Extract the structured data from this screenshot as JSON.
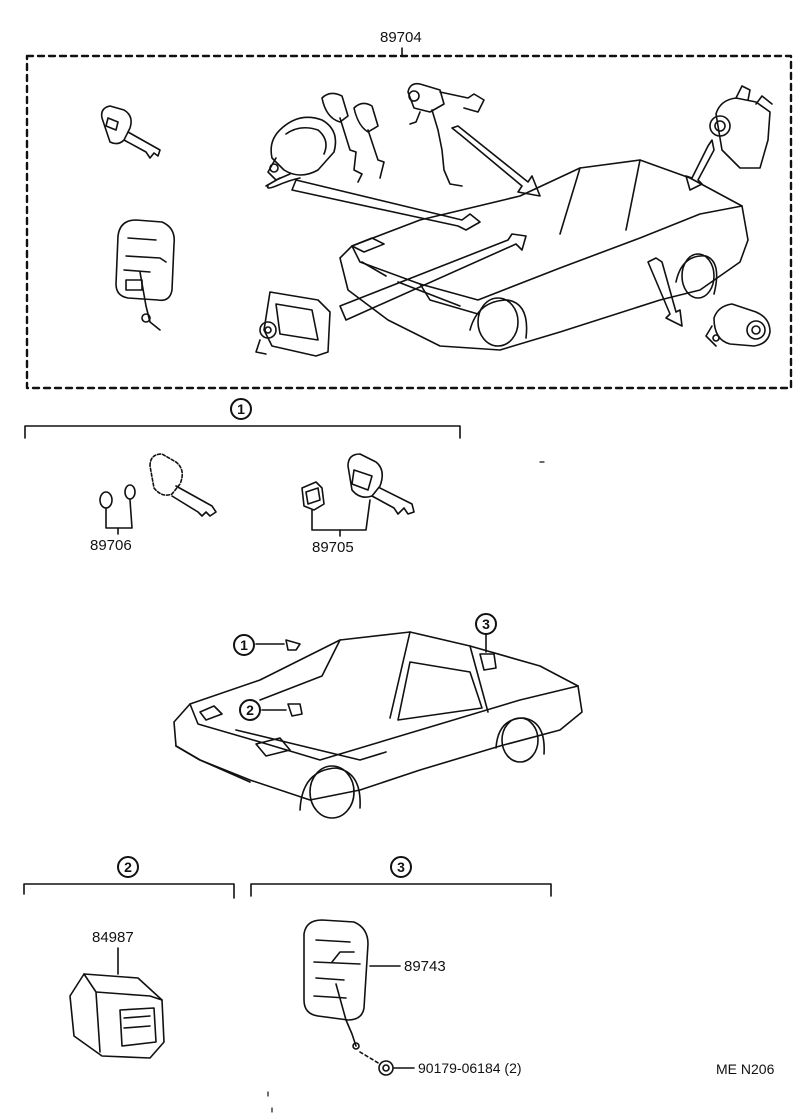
{
  "diagram": {
    "group_main_label": "89704",
    "parts": {
      "key_plate_set": "89706",
      "key_set": "89705",
      "switch": "84987",
      "striker": "89743",
      "screw": "90179-06184 (2)"
    },
    "callouts": {
      "c1": "1",
      "c2": "2",
      "c3": "3"
    },
    "page_code": "ME  N206"
  }
}
